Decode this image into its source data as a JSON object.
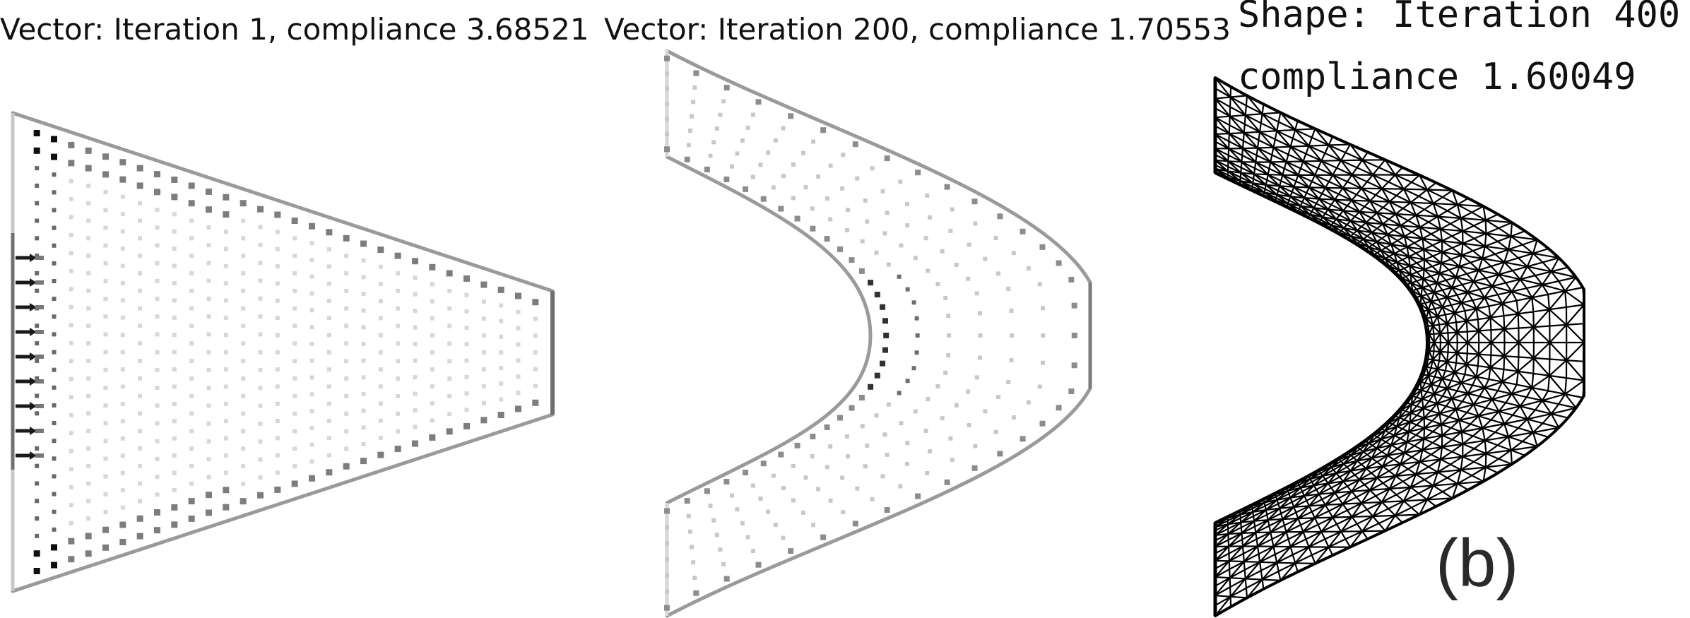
{
  "panels": [
    {
      "title": "Vector: Iteration 1, compliance 3.68521",
      "iteration": 1,
      "compliance": 3.68521
    },
    {
      "title": "Vector: Iteration 200, compliance 1.70553",
      "iteration": 200,
      "compliance": 1.70553
    },
    {
      "title_line1": "Shape: Iteration 400",
      "title_line2": "compliance 1.60049",
      "iteration": 400,
      "compliance": 1.60049
    }
  ],
  "figure_label": "(b)",
  "colors": {
    "outline": "#9a9a9a",
    "boundary_dark": "#6e6e6e",
    "mesh": "#000000"
  }
}
